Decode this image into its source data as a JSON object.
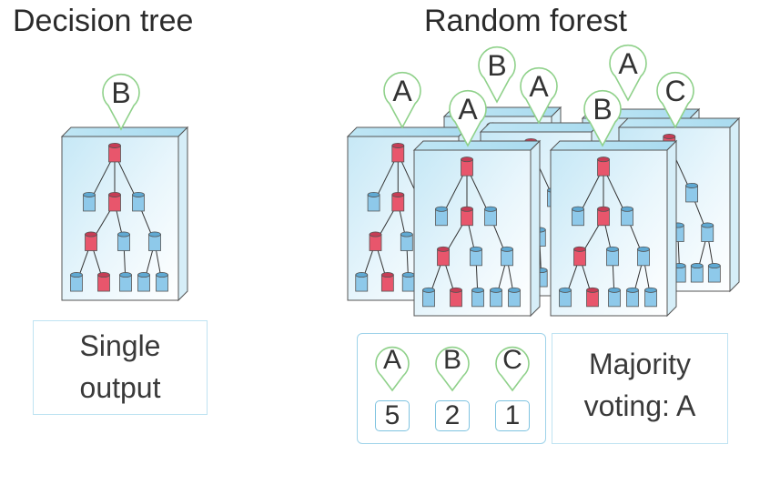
{
  "decision_tree": {
    "title": "Decision tree",
    "output_label": "B",
    "output_box": [
      "Single",
      "output"
    ]
  },
  "random_forest": {
    "title": "Random forest",
    "tree_labels": [
      "A",
      "B",
      "A",
      "A",
      "C",
      "A",
      "B"
    ],
    "votes": [
      {
        "label": "A",
        "count": "5"
      },
      {
        "label": "B",
        "count": "2"
      },
      {
        "label": "C",
        "count": "1"
      }
    ],
    "result_box": [
      "Majority",
      "voting: A"
    ]
  },
  "colors": {
    "red_node": "#e8566c",
    "blue_node": "#8ec9ea",
    "marker_stroke": "#8fd18a",
    "box_border": "#bfe3f2"
  }
}
